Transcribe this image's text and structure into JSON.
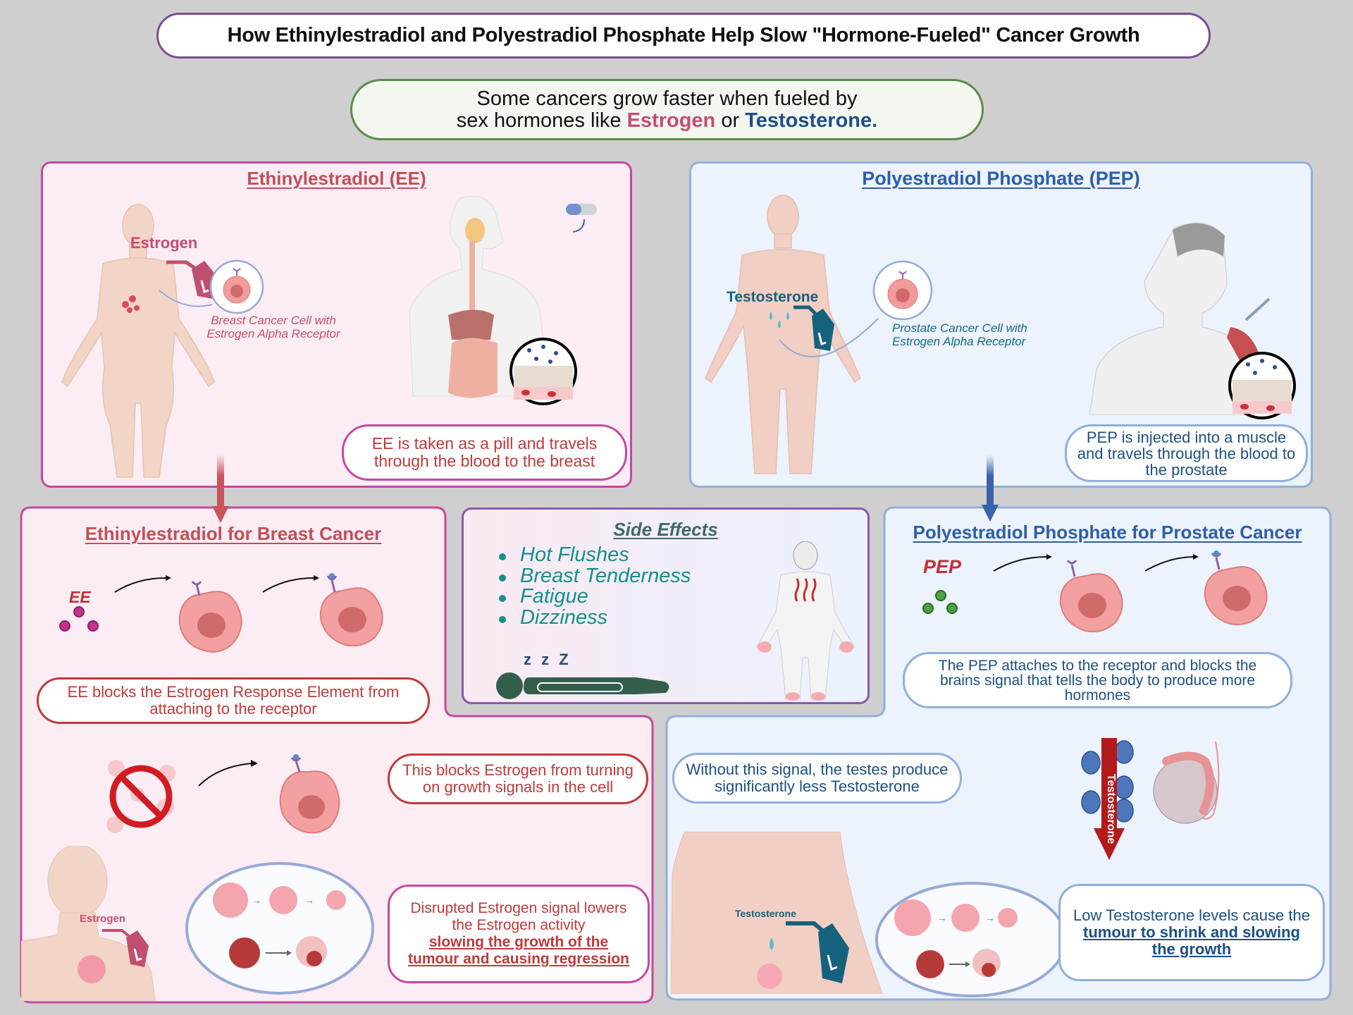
{
  "header": {
    "title": "How Ethinylestradiol and Polyestradiol Phosphate Help Slow \"Hormone-Fueled\" Cancer Growth",
    "intro_line1": "Some cancers grow faster when fueled by",
    "intro_line2_prefix": "sex hormones like",
    "intro_estrogen": "Estrogen",
    "intro_or": "or",
    "intro_testosterone": "Testosterone."
  },
  "colors": {
    "estrogen": "#c24d74",
    "testosterone": "#1e4f86",
    "ee_border": "#c548a0",
    "pep_border": "#92aedb",
    "side_effects_text": "#13918a"
  },
  "ee_panel": {
    "title": "Ethinylestradiol (EE)",
    "hormone_label": "Estrogen",
    "cell_caption_line1": "Breast Cancer Cell with",
    "cell_caption_line2": "Estrogen Alpha Receptor",
    "pill_icon": "capsule-pill-icon",
    "route_line1": "EE is taken as a pill and travels",
    "route_line2": "through the blood to the breast"
  },
  "pep_panel": {
    "title": "Polyestradiol Phosphate (PEP)",
    "hormone_label": "Testosterone",
    "cell_caption_line1": "Prostate Cancer Cell with",
    "cell_caption_line2": "Estrogen Alpha Receptor",
    "syringe_icon": "syringe-icon",
    "route_line1": "PEP is injected into a muscle",
    "route_line2": "and travels through the blood to",
    "route_line3": "the prostate"
  },
  "ee_breast": {
    "title": "Ethinylestradiol for Breast Cancer",
    "molecule_label": "EE",
    "step1_line1": "EE blocks the Estrogen Response Element from",
    "step1_line2": "attaching to the receptor",
    "step2_line1": "This blocks Estrogen from turning",
    "step2_line2": "on growth signals in the cell",
    "body_hormone_label": "Estrogen",
    "step3_line1": "Disrupted Estrogen signal lowers",
    "step3_line2": "the Estrogen activity",
    "step3_emph1": "slowing the growth of the",
    "step3_emph2": "tumour and causing regression"
  },
  "side_effects": {
    "title": "Side Effects",
    "items": [
      "Hot Flushes",
      "Breast Tenderness",
      "Fatigue",
      "Dizziness"
    ],
    "sleep_glyph": "z z Z"
  },
  "pep_prostate": {
    "title": "Polyestradiol Phosphate for Prostate Cancer",
    "molecule_label": "PEP",
    "step1_line1": "The PEP attaches to the receptor and blocks the",
    "step1_line2": "brains signal that tells the body to produce more",
    "step1_line3": "hormones",
    "step2_line1": "Without this signal, the testes produce",
    "step2_line2": "significantly less Testosterone",
    "arrow_label": "Testosterone",
    "body_hormone_label": "Testosterone",
    "step3_line1": "Low Testosterone levels cause the",
    "step3_emph1": "tumour to shrink and slowing",
    "step3_emph2": "the growth"
  }
}
